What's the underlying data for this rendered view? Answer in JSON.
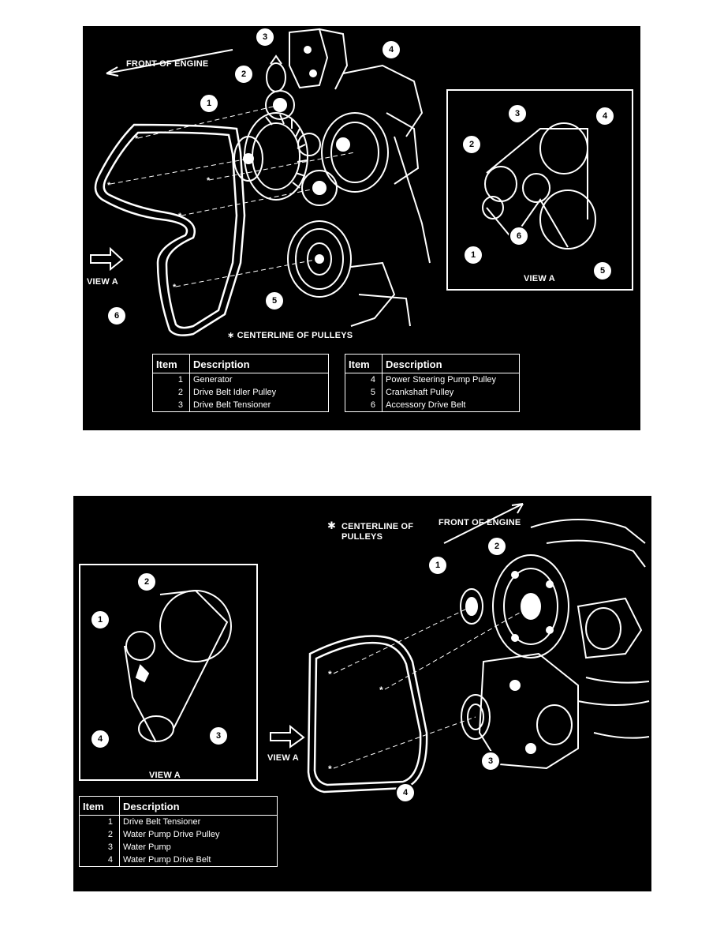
{
  "panel1": {
    "front_of_engine": "FRONT OF ENGINE",
    "view_a": "VIEW A",
    "centerline_note": "∗ CENTERLINE OF PULLEYS",
    "callouts": [
      "1",
      "2",
      "3",
      "4",
      "5",
      "6"
    ],
    "inset_title": "VIEW A",
    "legend_left": {
      "headers": [
        "Item",
        "Description"
      ],
      "rows": [
        [
          "1",
          "Generator"
        ],
        [
          "2",
          "Drive Belt Idler Pulley"
        ],
        [
          "3",
          "Drive Belt Tensioner"
        ]
      ]
    },
    "legend_right": {
      "headers": [
        "Item",
        "Description"
      ],
      "rows": [
        [
          "4",
          "Power Steering Pump Pulley"
        ],
        [
          "5",
          "Crankshaft Pulley"
        ],
        [
          "6",
          "Accessory Drive Belt"
        ]
      ]
    }
  },
  "panel2": {
    "centerline_star": "✱",
    "centerline_note_line1": "CENTERLINE OF",
    "centerline_note_line2": "PULLEYS",
    "front_of_engine": "FRONT OF ENGINE",
    "view_a": "VIEW A",
    "inset_title": "VIEW A",
    "callouts": [
      "1",
      "2",
      "3",
      "4"
    ],
    "legend": {
      "headers": [
        "Item",
        "Description"
      ],
      "rows": [
        [
          "1",
          "Drive Belt Tensioner"
        ],
        [
          "2",
          "Water Pump Drive Pulley"
        ],
        [
          "3",
          "Water Pump"
        ],
        [
          "4",
          "Water Pump Drive Belt"
        ]
      ]
    }
  }
}
